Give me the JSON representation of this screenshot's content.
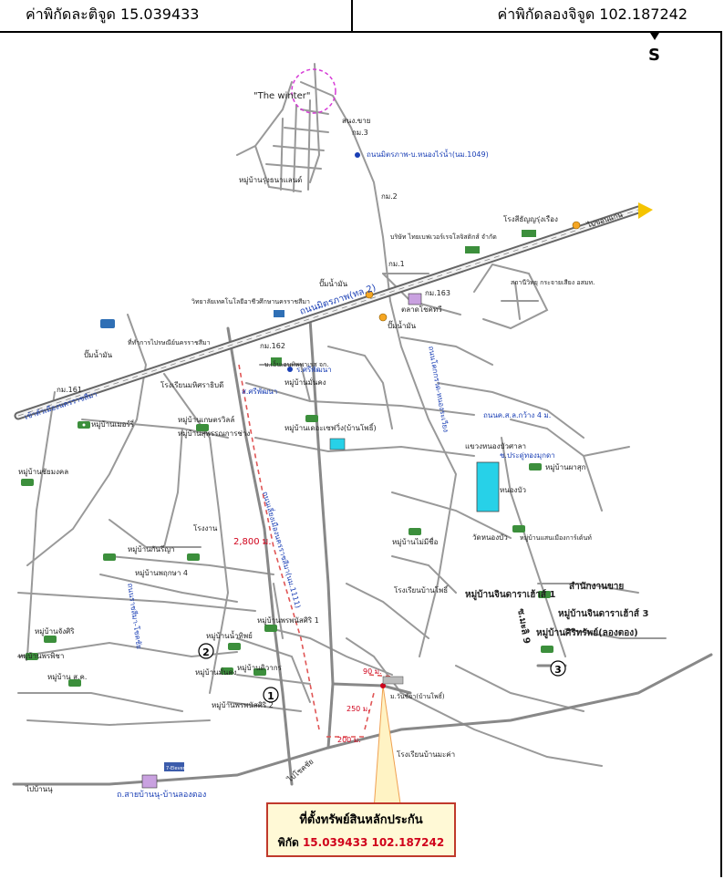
{
  "header": {
    "lat_label": "ค่าพิกัดละติจูด 15.039433",
    "lon_label": "ค่าพิกัดลองจิจูด 102.187242"
  },
  "compass": {
    "letter": "S"
  },
  "map": {
    "labels": {
      "the_winter": "\"The winter\"",
      "sno_khai": "สนง.ขาย",
      "km3": "กม.3",
      "road_mittraphap_nongrainam": "ถนนมิตรภาพ-บ.หนองไร่น้ำ(นม.1049)",
      "village_rungthanaland": "หมู่บ้านรุ่งธนาแลนด์",
      "km2": "กม.2",
      "rice_mill": "โรงสีธัญญรุ่งเรือง",
      "thai_beverage": "บริษัท ไทยเบฟเวอร์เรจโลจิสติกส์ จำกัด",
      "to_khonkaen": "ไปขอนแก่น",
      "km1": "กม.1",
      "radio_station": "สถานีวิทยุ กระจายเสียง อสมท.",
      "fuel_pump_1": "ปั๊มน้ำมัน",
      "km163": "กม.163",
      "market": "ตลาดโชคทวี",
      "fuel_pump_2": "ปั๊มน้ำมัน",
      "tech_college": "วิทยาลัยเทคโนโลยีอาชีวศึกษานครราชสีมา",
      "road_mittraphap_tl2": "ถนนมิตรภาพ(ทล.2)",
      "highway_office": "ที่ทำการไปรษณีย์นครราชสีมา",
      "fuel_pump_3": "ปั๊มน้ำมัน",
      "km162": "กม.162",
      "ngv_station": "บ.เอ็นเอนทิพพาเรส จก.",
      "sriphatthana": "ร.ศรีพัฒนา",
      "km161": "กม.161",
      "school_sriphat": "โรงเรียนมหิศราธิบดี",
      "from_city": "เข้าตัวเมืองนครราชสีมา",
      "village_green_park": "หมู่บ้านเมอร์รี่",
      "village_phumiphat": "หมู่บ้านเดอะเซฟวิ่ง(บ้านโพธิ์)",
      "village_kasem": "หมู่บ้านเกษตรวิลล์",
      "village_suphannakarn": "หมู่บ้านสุพรรณการช่าง",
      "road_sriphatthana2": "ส.ศรีพัฒนา",
      "village_nongbua": "หมู่บ้านมั่นคง",
      "road_kanchanasuthi": "ถนนโคกกรวด-หนองระเวียง",
      "road_tks4": "ถนนค.ส.ล.กว้าง 4 ม.",
      "prachaniwet": "แขวงหนองบัวศาลา",
      "prasatnmuak": "ช.ประดู่ทองมุกดา",
      "village_phonsawan": "หมู่บ้านผาสุก",
      "nong_bua": "หนองบัว",
      "village_phadung": "หมู่บ้านชัยมงคล",
      "factory": "โรงงาน",
      "dist_2800": "2,800 ม.",
      "road_main_111": "ถนนเลี่ยงเมืองนครราชสีมา(นม.1111)",
      "village_khonkaen_1": "หมู่บ้านกันรีญา",
      "village_kaset_4": "หมู่บ้านพฤกษา 4",
      "village_no_name": "หมู่บ้านไม่มีชื่อ",
      "wat_nongbua": "วัดหนองบัว",
      "village_saensuk": "หมู่บ้านแสนเมืองการ์เด้นท์",
      "school_banpho": "โรงเรียนบ้านโพธิ์",
      "village_thiphawan_1": "หมู่บ้านจินดาราเฮ้าส์ 1",
      "office_sale": "สำนักงานขาย",
      "village_thiphawan_3": "หมู่บ้านจินดาราเฮ้าส์ 3",
      "soi_9": "ซ.มะลิ 9",
      "village_siriwat": "หมู่บ้านศิริทรัพย์(ลองตอง)",
      "village_phanthip": "หมู่บ้านพรพนัสศิริ 1",
      "village_seri": "หมู่บ้านจังศิริ",
      "village_nammatip": "หมู่บ้านน้ำทิพย์",
      "village_phruksa": "หมู่บ้านพรพิชา",
      "village_sarakhm": "หมู่บ้านมั่นคง",
      "village_nk": "หมู่บ้าน ส.ค.",
      "road_chokchai": "ถนนราชสีมา-โชคชัย",
      "village_kaew": "หมู่บ้านดิวากร",
      "village_phonkaew_2": "หมู่บ้านพรพนัสศิริ 2",
      "dist_90": "90 ม.",
      "dist_250": "250 ม.",
      "dist_200": "200 ม.",
      "m_wanchai": "ม.วันชัยา(บ้านโพธิ์)",
      "school_banmakham": "โรงเรียนบ้านมะค่า",
      "to_ban_nu": "ไปบ้านนุ",
      "to_chokchai": "ไปโชคชัย",
      "road_sai_bannu": "ถ.สายบ้านนุ-บ้านลองตอง",
      "seven_eleven": "7-Eleven",
      "marker_1": "1",
      "marker_2": "2",
      "marker_3": "3"
    }
  },
  "callout": {
    "title": "ที่ตั้งทรัพย์สินหลักประกัน",
    "coord_prefix": "พิกัด",
    "coords": "15.039433 102.187242"
  },
  "colors": {
    "road": "#999999",
    "highway": "#8a8a8a",
    "route_dashed": "#e05555",
    "label_blue": "#1a3fb5",
    "pond": "#27d1e8",
    "accent_red": "#d0021b",
    "callout_bg": "#fff9d6",
    "winter_circle": "#d63ad6"
  }
}
